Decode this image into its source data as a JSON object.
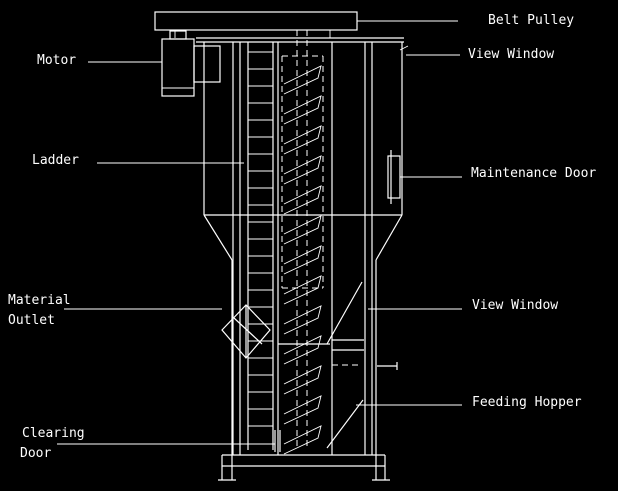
{
  "labels": {
    "belt_pulley": "Belt Pulley",
    "motor": "Motor",
    "view_window_top": "View Window",
    "ladder": "Ladder",
    "maintenance_door": "Maintenance Door",
    "material_outlet_line1": "Material",
    "material_outlet_line2": "Outlet",
    "view_window_mid": "View Window",
    "feeding_hopper": "Feeding Hopper",
    "clearing_door_line1": "Clearing",
    "clearing_door_line2": "Door"
  },
  "colors": {
    "background": "#000000",
    "linework": "#ffffff"
  }
}
